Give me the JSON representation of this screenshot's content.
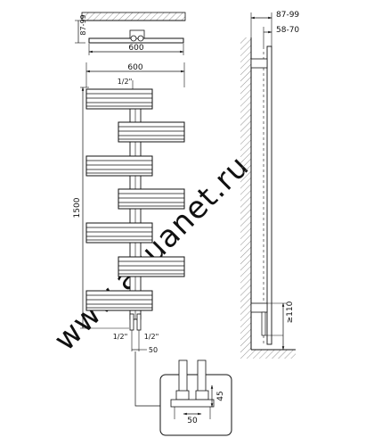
{
  "watermark": "www.aquanet.ru",
  "front_view": {
    "wall_offset": "87-99",
    "overall_width": "600",
    "radiator_width": "600",
    "height": "1500",
    "top_connection": "1/2\"",
    "bottom_left_connection": "1/2\"",
    "bottom_right_connection": "1/2\"",
    "pipe_spacing": "50"
  },
  "side_view": {
    "wall_depth_outer": "87-99",
    "wall_depth_inner": "58-70",
    "floor_clearance": "≥110"
  },
  "detail_view": {
    "pipe_spacing": "50",
    "valve_height": "45"
  }
}
